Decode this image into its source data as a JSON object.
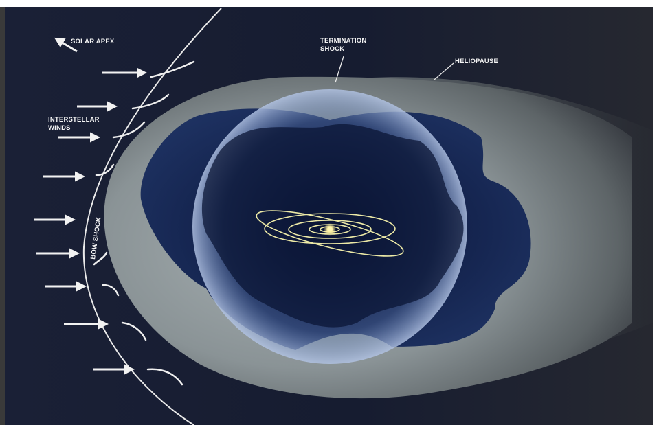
{
  "labels": {
    "solar_apex": "SOLAR APEX",
    "termination_shock_line1": "TERMINATION",
    "termination_shock_line2": "SHOCK",
    "heliopause": "HELIOPAUSE",
    "interstellar_winds_line1": "INTERSTELLAR",
    "interstellar_winds_line2": "WINDS",
    "bow_shock": "BOW SHOCK"
  },
  "colors": {
    "space": "#171e33",
    "heliosheath_gray": "#8c9598",
    "termination_blue": "#9fb4d8",
    "label_white": "#f4f4f4",
    "orbit_yellow": "#ece9a6",
    "sun": "#fff7b0"
  }
}
